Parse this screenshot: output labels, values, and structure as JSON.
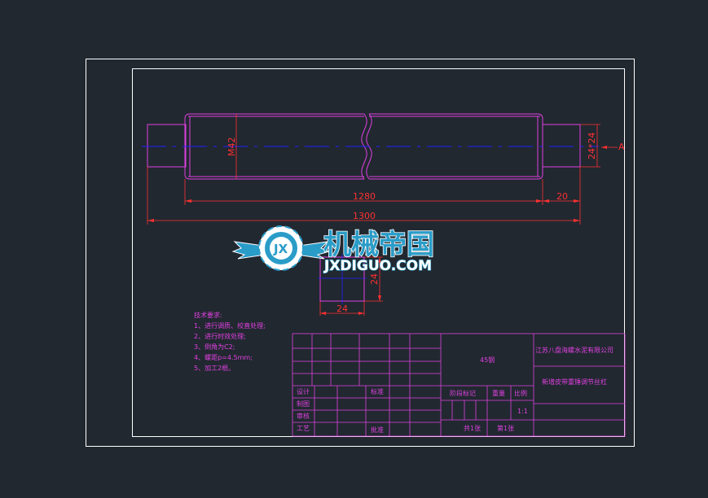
{
  "drawing": {
    "background": "#212830",
    "colors": {
      "frame": "#ffffff",
      "part_outline": "#e040e0",
      "dimension": "#ff3030",
      "centerline": "#2020ff",
      "logo_blue": "#2a9cc8"
    },
    "dimensions": {
      "diameter": "M42",
      "end_section": "24*24",
      "section_arrow": "A",
      "length_1280": "1280",
      "length_20": "20",
      "length_1300": "1300",
      "section_w": "24",
      "section_h": "24"
    },
    "watermark": {
      "cn": "机械帝国",
      "en": "JXDIGUO.COM",
      "emblem": "JX"
    },
    "tech_notes": {
      "title": "技术要求:",
      "lines": [
        "1、进行调质、校直处理;",
        "2、进行时效处理;",
        "3、倒角为C2;",
        "4、螺距p=4.5mm;",
        "5、加工2根。"
      ]
    },
    "title_block": {
      "material": "45钢",
      "company": "江苏八盘海螺水泥有限公司",
      "part_name": "新增皮带重锤调节丝杠",
      "stage_mark": "阶段标记",
      "weight": "重量",
      "scale_label": "比例",
      "scale_value": "1:1",
      "sheets_total": "共1张",
      "sheet_no": "第1张",
      "design": "设计",
      "drafting": "制图",
      "review": "审核",
      "process": "工艺",
      "standardization": "标准",
      "approval": "批准"
    }
  }
}
